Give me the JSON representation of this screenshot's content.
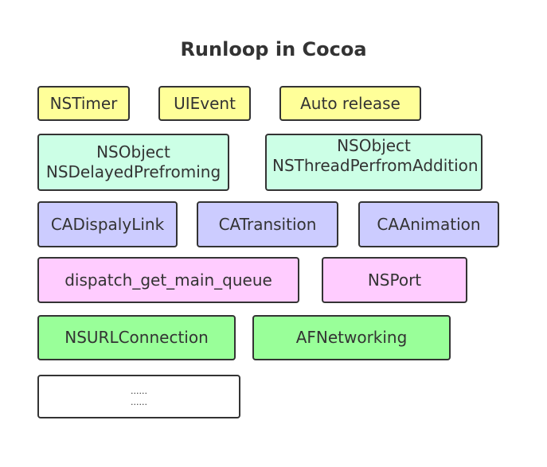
{
  "diagram": {
    "title": "Runloop in Cocoa",
    "rows": [
      {
        "color": "#ffff99",
        "items": [
          {
            "lines": [
              "NSTimer"
            ]
          },
          {
            "lines": [
              "UIEvent"
            ]
          },
          {
            "lines": [
              "Auto release"
            ]
          }
        ]
      },
      {
        "color": "#ccffe6",
        "items": [
          {
            "lines": [
              "NSObject",
              "NSDelayedPrefroming"
            ]
          },
          {
            "lines": [
              "NSObject",
              "NSThreadPerfromAddition"
            ]
          }
        ]
      },
      {
        "color": "#ccccff",
        "items": [
          {
            "lines": [
              "CADispalyLink"
            ]
          },
          {
            "lines": [
              "CATransition"
            ]
          },
          {
            "lines": [
              "CAAnimation"
            ]
          }
        ]
      },
      {
        "color": "#ffccff",
        "items": [
          {
            "lines": [
              "dispatch_get_main_queue"
            ]
          },
          {
            "lines": [
              "NSPort"
            ]
          }
        ]
      },
      {
        "color": "#99ff99",
        "items": [
          {
            "lines": [
              "NSURLConnection"
            ]
          },
          {
            "lines": [
              "AFNetworking"
            ]
          }
        ]
      },
      {
        "color": "#ffffff",
        "items": [
          {
            "lines": [
              "......",
              "......"
            ]
          }
        ]
      }
    ]
  }
}
